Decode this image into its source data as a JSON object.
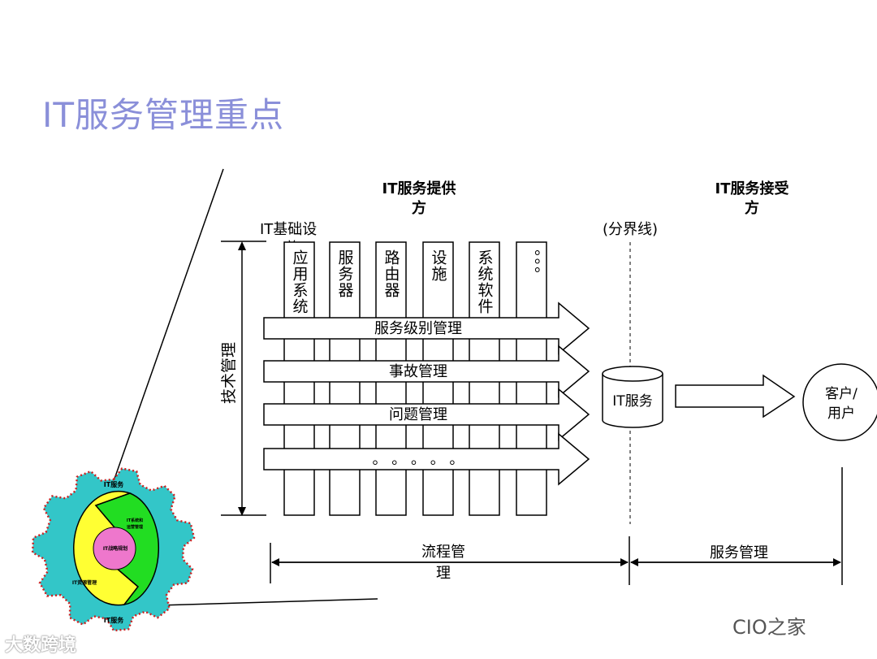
{
  "slide": {
    "title": "IT服务管理重点"
  },
  "headers": {
    "provider_line1": "IT服务提供",
    "provider_line2": "方",
    "receiver_line1": "IT服务接受",
    "receiver_line2": "方",
    "infrastructure_line1": "IT基础设",
    "infrastructure_line2": "施",
    "boundary": "(分界线)"
  },
  "infrastructure_columns": [
    "应用系统",
    "服务器",
    "路由器",
    "设施",
    "系统软件",
    "。。。"
  ],
  "process_arrows": [
    "服务级别管理",
    "事故管理",
    "问题管理",
    "。 。 。 。 。"
  ],
  "vertical_axis_label": "技术管理",
  "it_service_label": "IT服务",
  "customer": {
    "line1": "客户/",
    "line2": "用户"
  },
  "bottom": {
    "process_mgmt_line1": "流程管",
    "process_mgmt_line2": "理",
    "service_mgmt": "服务管理"
  },
  "gear": {
    "top_label": "IT服务",
    "bottom_label": "IT服务",
    "green_label_1": "IT系统和",
    "green_label_2": "运营管理",
    "center_label": "IT战略规划",
    "yellow_label": "IT资源管理"
  },
  "watermarks": {
    "left": "大数跨境",
    "right": "CIO之家"
  },
  "colors": {
    "title": "#8a8fd9",
    "gear_teal": "#33c6c8",
    "gear_yellow": "#ffff33",
    "gear_green": "#22dd22",
    "gear_pink": "#ee77cc",
    "gear_dots": "#cc2222"
  }
}
